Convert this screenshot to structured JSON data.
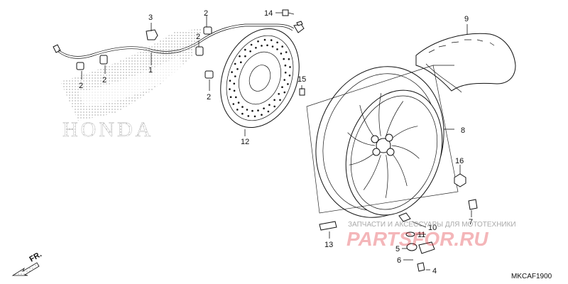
{
  "brand_text": "HONDA",
  "diagram_code": "MKCAF1900",
  "direction_label": "FR.",
  "watermark": {
    "tagline": "ЗАПЧАСТИ И АКСЕССУАРЫ ДЛЯ МОТОТЕХНИКИ",
    "logo_text": "PARTSFOR.RU",
    "color": "#e0303a"
  },
  "callouts": {
    "c1": "1",
    "c2a": "2",
    "c2b": "2",
    "c2c": "2",
    "c2d": "2",
    "c2e": "2",
    "c3": "3",
    "c4": "4",
    "c5": "5",
    "c6": "6",
    "c7": "7",
    "c8": "8",
    "c9": "9",
    "c10": "10",
    "c11": "11",
    "c12": "12",
    "c13": "13",
    "c14": "14",
    "c15": "15",
    "c16": "16"
  }
}
